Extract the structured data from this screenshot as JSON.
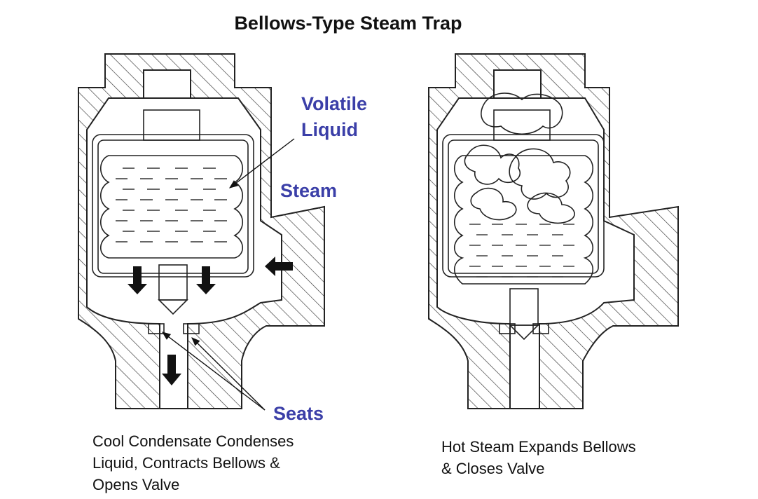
{
  "title": "Bellows-Type Steam Trap",
  "labels": {
    "volatile_liquid_line1": "Volatile",
    "volatile_liquid_line2": "Liquid",
    "steam": "Steam",
    "seats": "Seats"
  },
  "captions": {
    "left": [
      "Cool Condensate Condenses",
      "Liquid, Contracts Bellows &",
      "Opens Valve"
    ],
    "right": [
      "Hot Steam Expands Bellows",
      "& Closes Valve"
    ]
  },
  "colors": {
    "callout": "#3b3fa8",
    "line": "#222222",
    "arrow": "#111111"
  }
}
